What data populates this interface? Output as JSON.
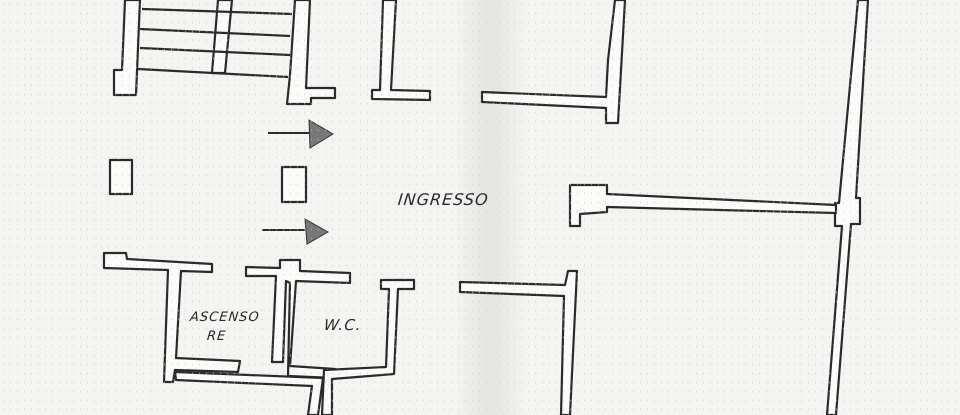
{
  "drawing": {
    "type": "floor-plan-fragment",
    "style": "hand-drawn photocopy",
    "colors": {
      "paper": "#f4f4f2",
      "ink": "#2a2a2a",
      "arrow_fill": "#777777"
    }
  },
  "labels": {
    "entrance": "INGRESSO",
    "elevator_line1": "ASCENSO",
    "elevator_line2": "RE",
    "wc": "W.C."
  },
  "symbols": {
    "arrows": [
      {
        "name": "entry-arrow-upper",
        "direction": "right"
      },
      {
        "name": "entry-arrow-lower",
        "direction": "right"
      }
    ],
    "pillars": 2,
    "stair_treads": 4
  }
}
